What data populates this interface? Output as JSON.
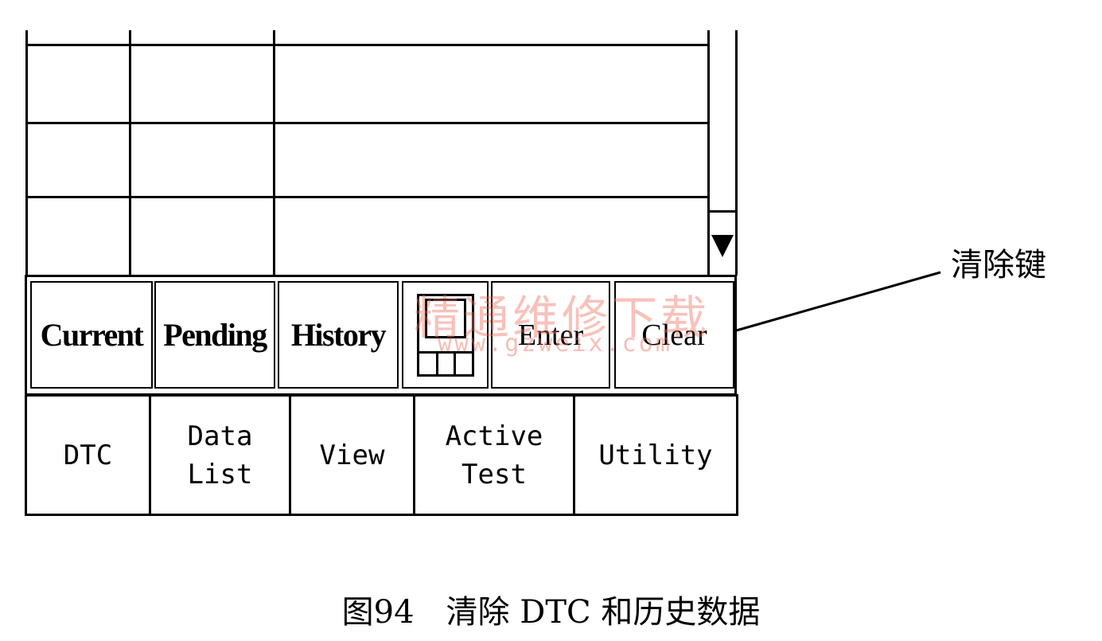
{
  "function_bar": {
    "current_label": "Current",
    "pending_label": "Pending",
    "history_label": "History",
    "layout_icon": "layout-icon",
    "enter_label": "Enter",
    "clear_label": "Clear"
  },
  "tabs": [
    {
      "label": "DTC"
    },
    {
      "label": "Data\nList"
    },
    {
      "label": "View"
    },
    {
      "label": "Active\nTest"
    },
    {
      "label": "Utility"
    }
  ],
  "scrollbar": {
    "down_icon": "triangle-down-icon"
  },
  "watermark": {
    "line1": "精通维修下载",
    "line2": "www.gzweix.com"
  },
  "annotation": {
    "label": "清除键"
  },
  "caption": {
    "text": "图94　清除 DTC 和历史数据"
  }
}
